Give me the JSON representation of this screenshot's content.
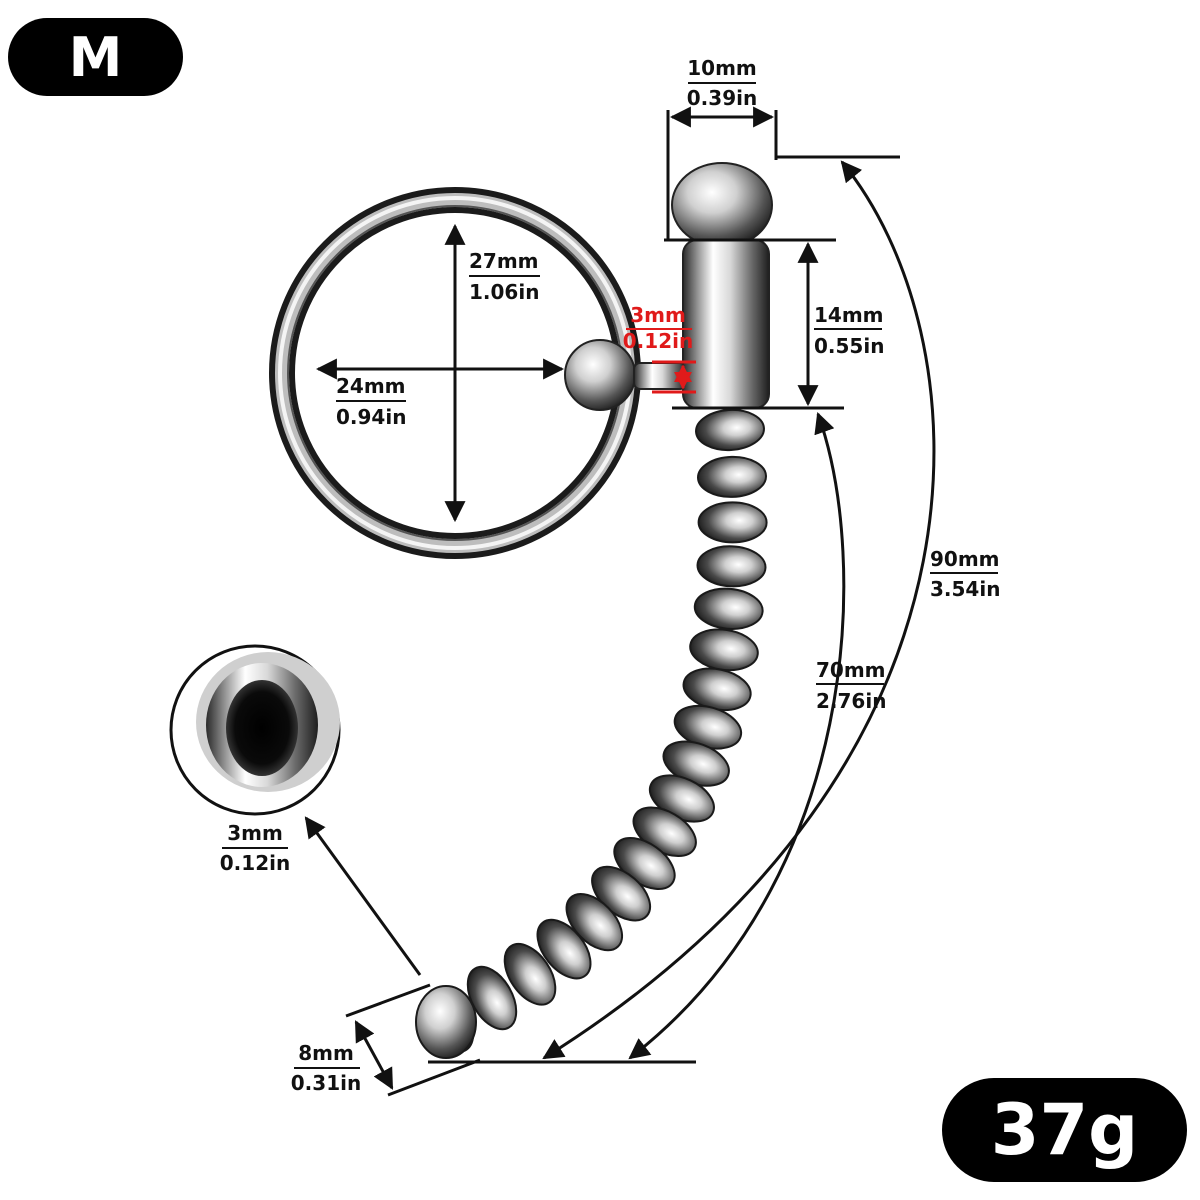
{
  "size_badge": "M",
  "weight_badge": "37g",
  "colors": {
    "dimension": "#111111",
    "highlight": "#e01a1a",
    "badge": "#000000"
  },
  "dimensions": {
    "tip_width": {
      "top": "10mm",
      "bottom": "0.39in"
    },
    "ring_height": {
      "top": "27mm",
      "bottom": "1.06in"
    },
    "ring_width": {
      "top": "24mm",
      "bottom": "0.94in"
    },
    "connector": {
      "top": "3mm",
      "bottom": "0.12in"
    },
    "sleeve_length": {
      "top": "14mm",
      "bottom": "0.55in"
    },
    "total_length": {
      "top": "90mm",
      "bottom": "3.54in"
    },
    "bead_length": {
      "top": "70mm",
      "bottom": "2.76in"
    },
    "hole_diameter": {
      "top": "3mm",
      "bottom": "0.12in"
    },
    "end_diameter": {
      "top": "8mm",
      "bottom": "0.31in"
    }
  }
}
